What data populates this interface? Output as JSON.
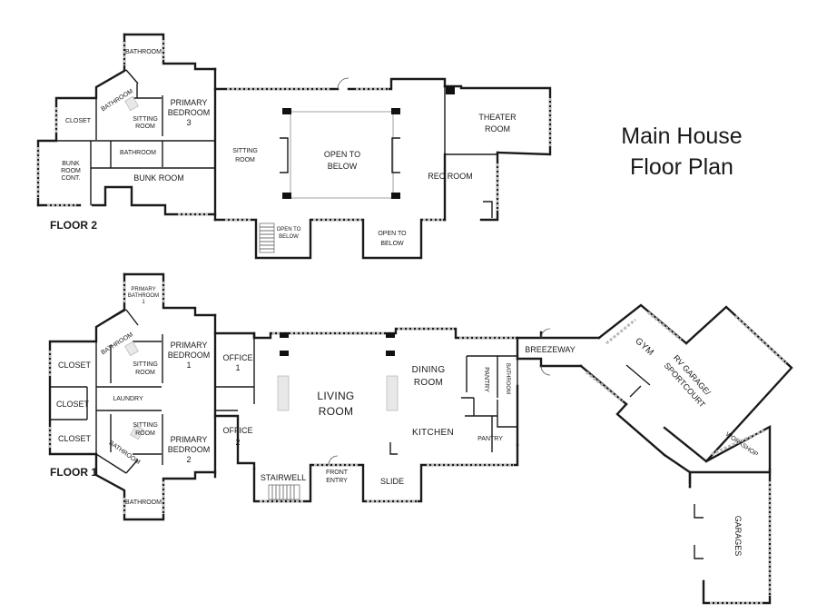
{
  "title": {
    "line1": "Main House",
    "line2": "Floor Plan"
  },
  "floors": {
    "floor2": "FLOOR 2",
    "floor1": "FLOOR 1"
  },
  "floor2_rooms": {
    "bathroom_top": "BATHROOM",
    "bathroom_diag": "BATHROOM",
    "closet": "CLOSET",
    "sitting_room_1": "SITTING",
    "sitting_room_2": "ROOM",
    "primary_bedroom_1": "PRIMARY",
    "primary_bedroom_2": "BEDROOM",
    "primary_bedroom_3": "3",
    "bathroom_mid": "BATHROOM",
    "bunk_cont_1": "BUNK",
    "bunk_cont_2": "ROOM",
    "bunk_cont_3": "CONT.",
    "bunk_room": "BUNK ROOM",
    "sitting_big_1": "SITTING",
    "sitting_big_2": "ROOM",
    "open_center_1": "OPEN TO",
    "open_center_2": "BELOW",
    "theater_1": "THEATER",
    "theater_2": "ROOM",
    "rec_room": "REC ROOM",
    "open_small_left_1": "OPEN TO",
    "open_small_left_2": "BELOW",
    "open_small_right_1": "OPEN TO",
    "open_small_right_2": "BELOW"
  },
  "floor1_rooms": {
    "pbath_1": "PRIMARY",
    "pbath_2": "BATHROOM",
    "pbath_3": "1",
    "bathroom_upper": "BATHROOM",
    "closet_upper": "CLOSET",
    "sitting_upper_1": "SITTING",
    "sitting_upper_2": "ROOM",
    "pbed1_1": "PRIMARY",
    "pbed1_2": "BEDROOM",
    "pbed1_3": "1",
    "office1_1": "OFFICE",
    "office1_2": "1",
    "closet_mid": "CLOSET",
    "laundry": "LAUNDRY",
    "sitting_lower_1": "SITTING",
    "sitting_lower_2": "ROOM",
    "closet_lower": "CLOSET",
    "bathroom_lower": "BATHROOM",
    "pbed2_1": "PRIMARY",
    "pbed2_2": "BEDROOM",
    "pbed2_3": "2",
    "office2_1": "OFFICE",
    "office2_2": "2",
    "bathroom_bottom": "BATHROOM",
    "living_1": "LIVING",
    "living_2": "ROOM",
    "dining_1": "DINING",
    "dining_2": "ROOM",
    "pantry_upper": "PANTRY",
    "bathroom_vert": "BATHROOM",
    "kitchen": "KITCHEN",
    "pantry_lower": "PANTRY",
    "stairwell": "STAIRWELL",
    "front_entry_1": "FRONT",
    "front_entry_2": "ENTRY",
    "slide": "SLIDE",
    "breezeway": "BREEZEWAY",
    "gym": "GYM",
    "rv_1": "RV GARAGE/",
    "rv_2": "SPORTCOURT",
    "workshop": "WORKSHOP",
    "garages": "GARAGES"
  }
}
